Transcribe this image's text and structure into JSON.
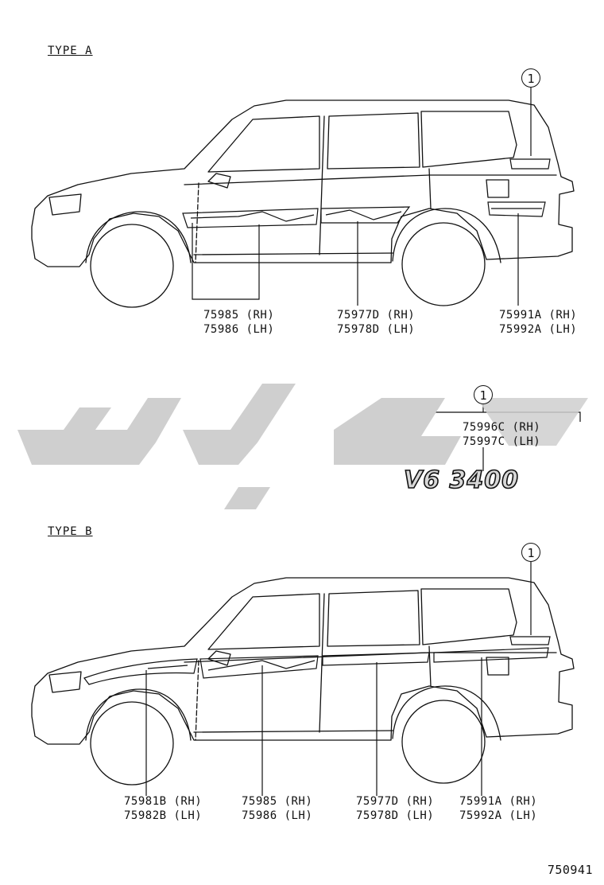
{
  "type_a": {
    "title": "TYPE  A",
    "callout": "1",
    "labels": [
      {
        "id": "a1",
        "rh": "75985 (RH)",
        "lh": "75986 (LH)"
      },
      {
        "id": "a2",
        "rh": "75977D (RH)",
        "lh": "75978D (LH)"
      },
      {
        "id": "a3",
        "rh": "75991A (RH)",
        "lh": "75992A (LH)"
      }
    ]
  },
  "emblem": {
    "callout": "1",
    "rh": "75996C (RH)",
    "lh": "75997C (LH)",
    "badge_text": "V6 3400"
  },
  "type_b": {
    "title": "TYPE  B",
    "callout": "1",
    "labels": [
      {
        "id": "b1",
        "rh": "75981B (RH)",
        "lh": "75982B (LH)"
      },
      {
        "id": "b2",
        "rh": "75985 (RH)",
        "lh": "75986 (LH)"
      },
      {
        "id": "b3",
        "rh": "75977D (RH)",
        "lh": "75978D (LH)"
      },
      {
        "id": "b4",
        "rh": "75991A (RH)",
        "lh": "75992A (LH)"
      }
    ]
  },
  "figure_id": "750941",
  "colors": {
    "line": "#111111",
    "watermark": "#cfcfcf"
  }
}
